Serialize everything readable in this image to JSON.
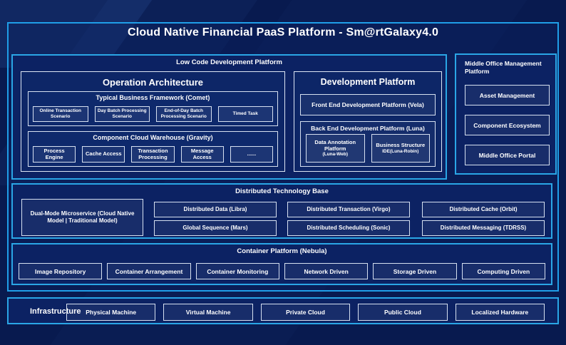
{
  "title": "Cloud Native Financial PaaS Platform - Sm@rtGalaxy4.0",
  "colors": {
    "background": "#081a4f",
    "panel": "#0c2263",
    "accent_blue_border": "#1f9ee8",
    "cyan_section_border": "#2aa6e6",
    "light_box_border": "#d6e0f0",
    "text": "#ffffff"
  },
  "low_code": {
    "label": "Low Code Development Platform",
    "operation": {
      "title": "Operation Architecture",
      "typical": {
        "label": "Typical Business Framework (Comet)",
        "items": [
          "Online Transaction Scenario",
          "Day Batch Processing Scenario",
          "End-of-Day Batch Processing Scenario",
          "Timed Task"
        ]
      },
      "warehouse": {
        "label": "Component Cloud Warehouse (Gravity)",
        "items": [
          "Process Engine",
          "Cache Access",
          "Transaction Processing",
          "Message Access",
          "......"
        ]
      }
    },
    "development": {
      "title": "Development Platform",
      "front_end": "Front End Development Platform (Vela)",
      "back_end": {
        "label": "Back End Development Platform (Luna)",
        "items": [
          {
            "line1": "Data Annotation Platform",
            "line2": "(Luna-Web)"
          },
          {
            "line1": "Business Structure",
            "line2": "IDE(Luna-Robin)"
          }
        ]
      }
    }
  },
  "middle_office": {
    "label": "Middle Office Management Platform",
    "items": [
      "Asset Management",
      "Component Ecosystem",
      "Middle Office Portal"
    ]
  },
  "distributed": {
    "label": "Distributed Technology Base",
    "featured": "Dual-Mode Microservice (Cloud Native Model | Traditional Model)",
    "items": [
      "Distributed Data (Libra)",
      "Global Sequence (Mars)",
      "Distributed Transaction (Virgo)",
      "Distributed Scheduling (Sonic)",
      "Distributed Cache (Orbit)",
      "Distributed Messaging (TDRSS)"
    ]
  },
  "container": {
    "label": "Container Platform (Nebula)",
    "items": [
      "Image Repository",
      "Container Arrangement",
      "Container Monitoring",
      "Network Driven",
      "Storage Driven",
      "Computing Driven"
    ]
  },
  "infrastructure": {
    "label": "Infrastructure",
    "items": [
      "Physical Machine",
      "Virtual Machine",
      "Private Cloud",
      "Public Cloud",
      "Localized Hardware"
    ]
  }
}
